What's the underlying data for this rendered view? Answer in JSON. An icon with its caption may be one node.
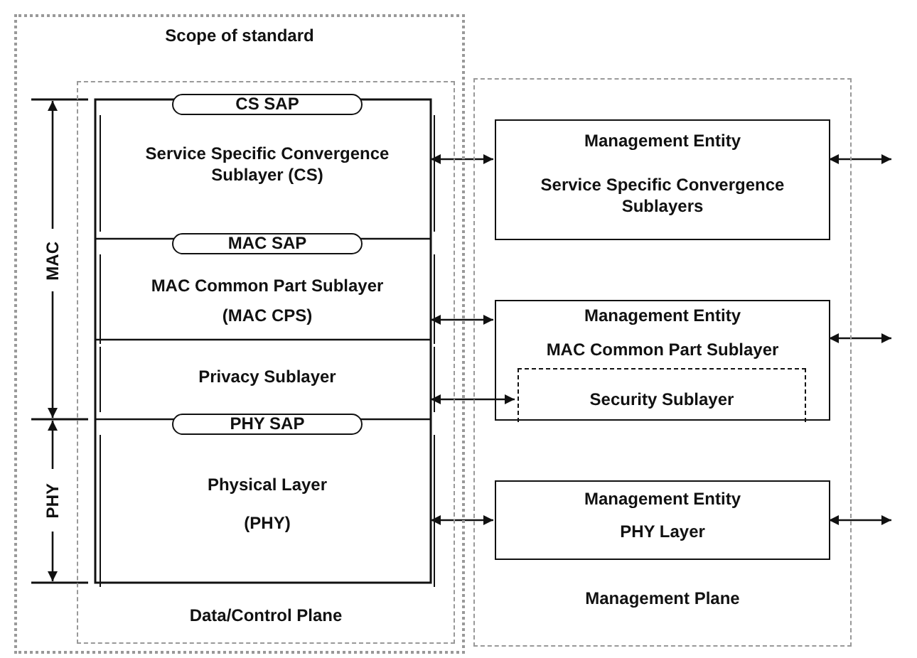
{
  "diagram": {
    "nodes": [
      {
        "text": [
          "Scope of standard"
        ]
      },
      {
        "text": [
          "Data/Control Plane"
        ],
        "in": 0
      },
      {
        "text": [
          "CS SAP"
        ],
        "in": 1
      },
      {
        "text": [
          "Service Specific Convergence Sublayer (CS)"
        ],
        "in": 1
      },
      {
        "text": [
          "MAC SAP"
        ],
        "in": 1
      },
      {
        "text": [
          "MAC Common Part Sublayer (MAC CPS)"
        ],
        "in": 1
      },
      {
        "text": [
          "Privacy Sublayer"
        ],
        "in": 1
      },
      {
        "text": [
          "PHY SAP"
        ],
        "in": 1
      },
      {
        "text": [
          "Physical Layer (PHY)"
        ],
        "in": 1
      },
      {
        "text": [
          "Management Plane"
        ]
      },
      {
        "text": [
          "Management Entity",
          "Service Specific Convergence Sublayers"
        ],
        "in": 9
      },
      {
        "text": [
          "Management Entity",
          "MAC Common Part Sublayer"
        ],
        "in": 9
      },
      {
        "text": [
          "Security Sublayer"
        ],
        "in": 11
      },
      {
        "text": [
          "Management Entity",
          "PHY Layer"
        ],
        "in": 9
      }
    ],
    "edges": [
      {
        "from": 3,
        "to": 10,
        "arrow": "both"
      },
      {
        "from": 5,
        "to": 11,
        "arrow": "both"
      },
      {
        "from": 6,
        "to": 12,
        "arrow": "both"
      },
      {
        "from": 8,
        "to": 13,
        "arrow": "both"
      },
      {
        "from": 10,
        "to": null,
        "arrow": "both"
      },
      {
        "from": 11,
        "to": null,
        "arrow": "both"
      },
      {
        "from": 13,
        "to": null,
        "arrow": "both"
      }
    ],
    "labels": [
      "MAC",
      "PHY"
    ]
  }
}
